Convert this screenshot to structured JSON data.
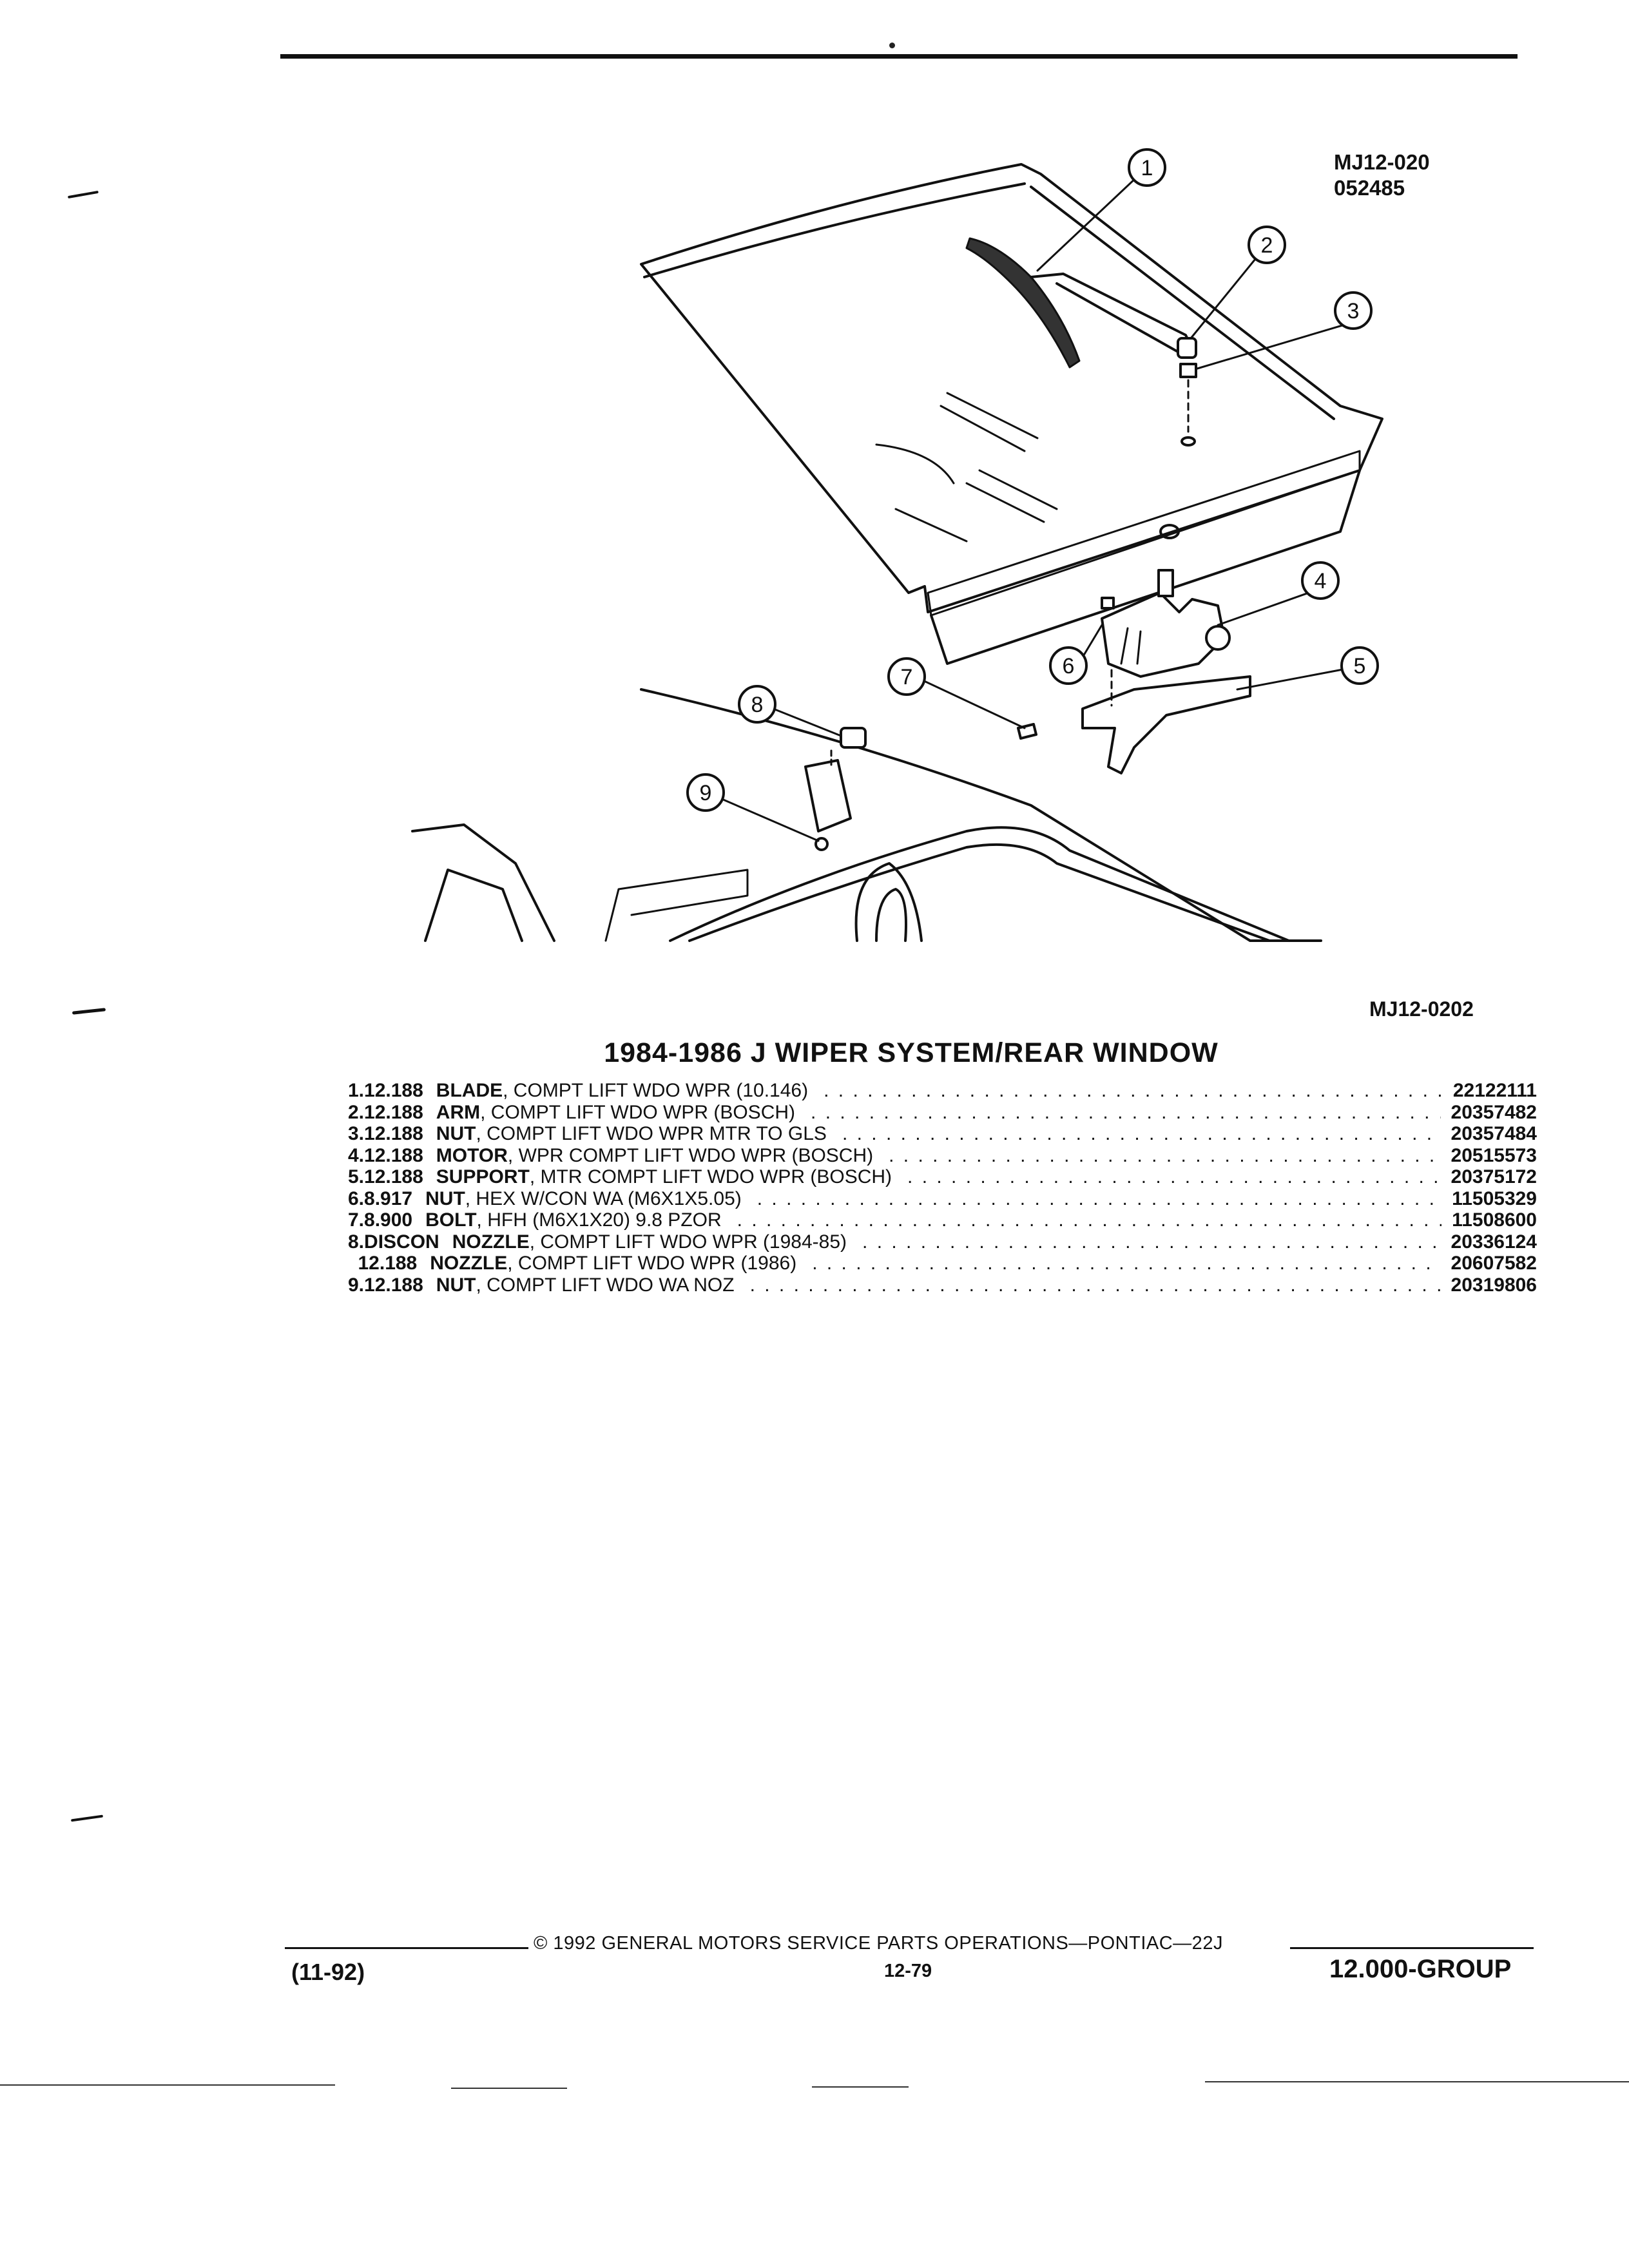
{
  "header": {
    "ref_line1": "MJ12-020",
    "ref_line2": "052485",
    "figure_code": "MJ12-0202"
  },
  "diagram": {
    "callouts": [
      "1",
      "2",
      "3",
      "4",
      "5",
      "6",
      "7",
      "8",
      "9"
    ]
  },
  "title": "1984-1986 J WIPER SYSTEM/REAR WINDOW",
  "parts": [
    {
      "num": "1.",
      "group": "12.188",
      "name": "BLADE",
      "desc": ", COMPT LIFT WDO WPR (10.146)",
      "part_no": "22122111"
    },
    {
      "num": "2.",
      "group": "12.188",
      "name": "ARM",
      "desc": ", COMPT LIFT WDO WPR (BOSCH)",
      "part_no": "20357482"
    },
    {
      "num": "3.",
      "group": "12.188",
      "name": "NUT",
      "desc": ", COMPT LIFT WDO WPR MTR TO GLS",
      "part_no": "20357484"
    },
    {
      "num": "4.",
      "group": "12.188",
      "name": "MOTOR",
      "desc": ", WPR COMPT LIFT WDO WPR (BOSCH)",
      "part_no": "20515573"
    },
    {
      "num": "5.",
      "group": "12.188",
      "name": "SUPPORT",
      "desc": ", MTR COMPT LIFT WDO WPR (BOSCH)",
      "part_no": "20375172"
    },
    {
      "num": "6.",
      "group": "8.917",
      "name": "NUT",
      "desc": ", HEX W/CON WA (M6X1X5.05)",
      "part_no": "11505329"
    },
    {
      "num": "7.",
      "group": "8.900",
      "name": "BOLT",
      "desc": ", HFH (M6X1X20) 9.8 PZOR",
      "part_no": "11508600"
    },
    {
      "num": "8.",
      "group": "DISCON",
      "name": "NOZZLE",
      "desc": ", COMPT LIFT WDO WPR (1984-85)",
      "part_no": "20336124"
    },
    {
      "num": "",
      "group": "12.188",
      "name": "NOZZLE",
      "desc": ", COMPT LIFT WDO WPR (1986)",
      "part_no": "20607582"
    },
    {
      "num": "9.",
      "group": "12.188",
      "name": "NUT",
      "desc": ", COMPT LIFT WDO WA NOZ",
      "part_no": "20319806"
    }
  ],
  "footer": {
    "copyright": "© 1992 GENERAL MOTORS SERVICE PARTS OPERATIONS—PONTIAC—22J",
    "page_number": "12-79",
    "date": "(11-92)",
    "group": "12.000-GROUP"
  }
}
